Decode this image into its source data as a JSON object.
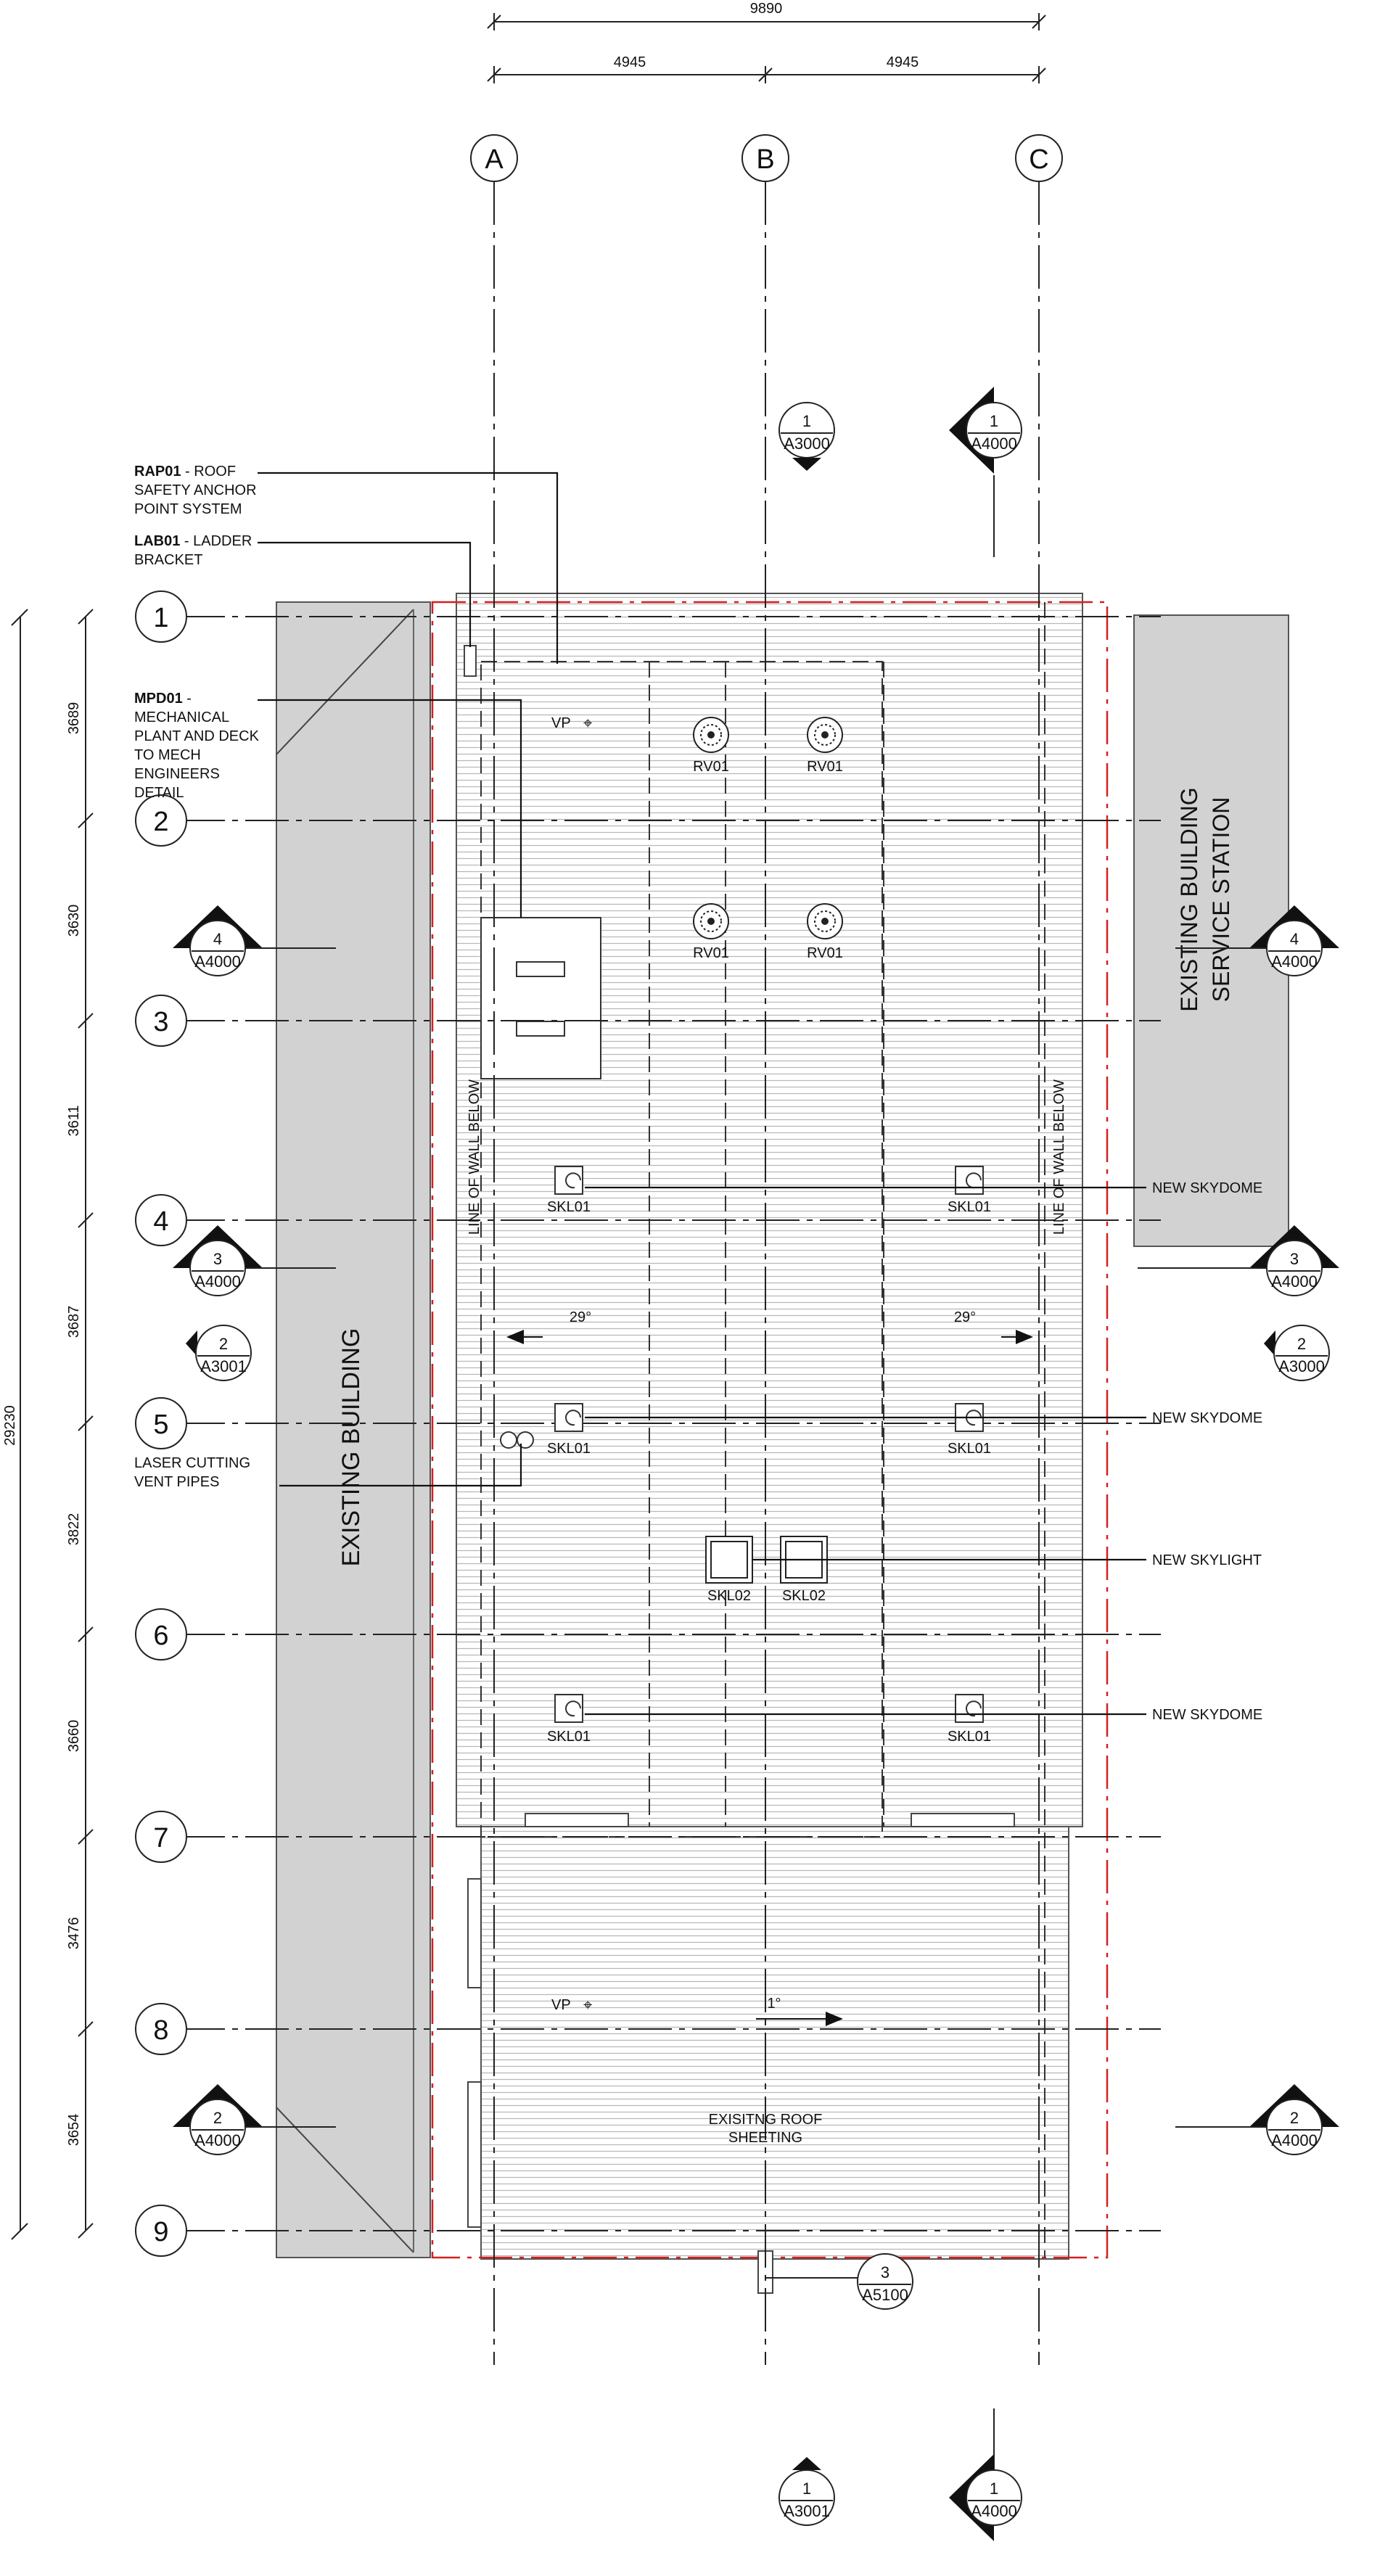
{
  "dimensions": {
    "overall": "9890",
    "bay_ab": "4945",
    "bay_bc": "4945",
    "overall_vertical": "29230",
    "rows": [
      "3689",
      "3630",
      "3611",
      "3687",
      "3822",
      "3660",
      "3476",
      "3654"
    ]
  },
  "grid": {
    "columns": [
      "A",
      "B",
      "C"
    ],
    "rows": [
      "1",
      "2",
      "3",
      "4",
      "5",
      "6",
      "7",
      "8",
      "9"
    ]
  },
  "callouts": {
    "top_b": {
      "num": "1",
      "sheet": "A3000"
    },
    "top_c": {
      "num": "1",
      "sheet": "A4000"
    },
    "left_4": {
      "num": "4",
      "sheet": "A4000"
    },
    "right_4": {
      "num": "4",
      "sheet": "A4000"
    },
    "left_3": {
      "num": "3",
      "sheet": "A4000"
    },
    "right_3": {
      "num": "3",
      "sheet": "A4000"
    },
    "left_2_circle": {
      "num": "2",
      "sheet": "A3001"
    },
    "right_2_circle": {
      "num": "2",
      "sheet": "A3000"
    },
    "left_2": {
      "num": "2",
      "sheet": "A4000"
    },
    "right_2": {
      "num": "2",
      "sheet": "A4000"
    },
    "detail_3": {
      "num": "3",
      "sheet": "A5100"
    },
    "bottom_b": {
      "num": "1",
      "sheet": "A3001"
    },
    "bottom_c": {
      "num": "1",
      "sheet": "A4000"
    }
  },
  "notes": {
    "rap01_code": "RAP01",
    "rap01_line1": " - ROOF",
    "rap01_line2": "SAFETY ANCHOR",
    "rap01_line3": "POINT SYSTEM",
    "lab01_code": "LAB01",
    "lab01_line1": " - LADDER",
    "lab01_line2": "BRACKET",
    "mpd01_code": "MPD01",
    "mpd01_line1": " -",
    "mpd01_line2": "MECHANICAL",
    "mpd01_line3": "PLANT AND DECK",
    "mpd01_line4": "TO MECH",
    "mpd01_line5": "ENGINEERS",
    "mpd01_line6": "DETAIL",
    "laser_line1": "LASER CUTTING",
    "laser_line2": "VENT PIPES",
    "new_skydome": "NEW SKYDOME",
    "new_skylight": "NEW SKYLIGHT"
  },
  "labels": {
    "existing_building": "EXISTING BUILDING",
    "service_line1": "EXISTING BUILDING",
    "service_line2": "SERVICE STATION",
    "line_of_wall": "LINE OF WALL BELOW",
    "vp": "VP",
    "rv01": "RV01",
    "skl01": "SKL01",
    "skl02": "SKL02",
    "pitch_29": "29°",
    "pitch_1": "1°",
    "roof_line1": "EXISITNG ROOF",
    "roof_line2": "SHEETING"
  }
}
